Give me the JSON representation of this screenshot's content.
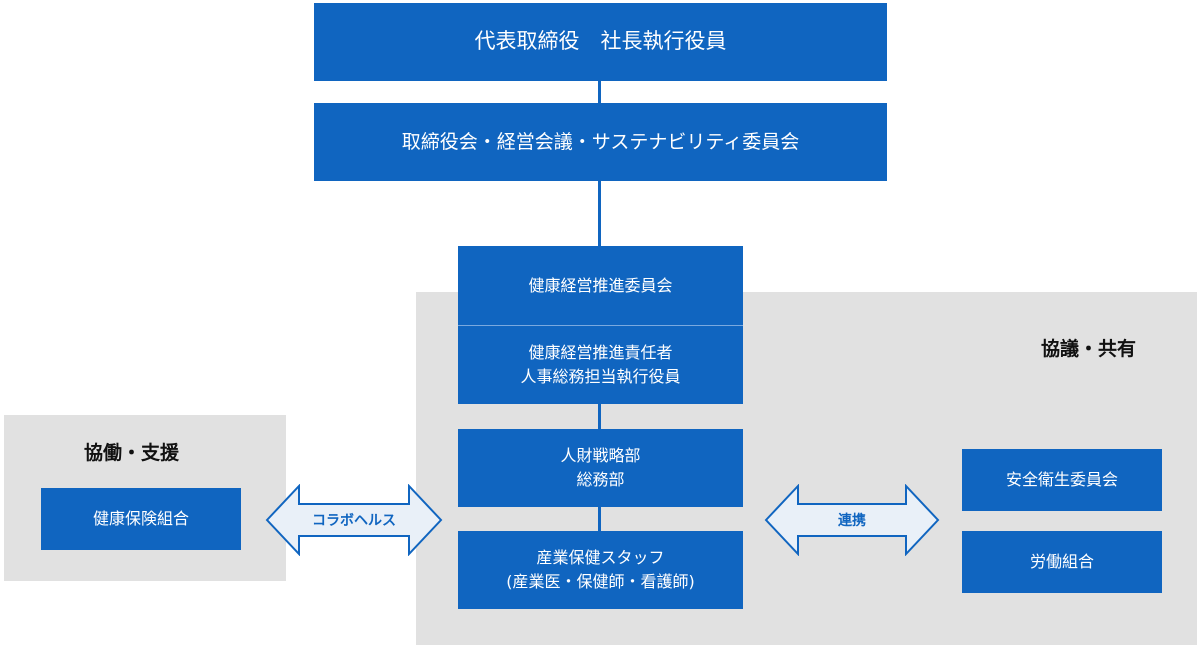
{
  "colors": {
    "box": "#1065c0",
    "panel": "#e1e1e1",
    "arrow_fill": "#e9f0f8",
    "text_on_box": "#ffffff"
  },
  "top": {
    "ceo": "代表取締役　社長執行役員",
    "board": "取締役会・経営会議・サステナビリティ委員会"
  },
  "central": {
    "committee": "健康経営推進委員会",
    "officer_line1": "健康経営推進責任者",
    "officer_line2": "人事総務担当執行役員",
    "dept_line1": "人財戦略部",
    "dept_line2": "総務部",
    "staff_line1": "産業保健スタッフ",
    "staff_line2": "(産業医・保健師・看護師)"
  },
  "left_panel": {
    "title": "協働・支援",
    "item": "健康保険組合"
  },
  "right_panel": {
    "title": "協議・共有",
    "items": [
      "安全衛生委員会",
      "労働組合"
    ]
  },
  "arrows": {
    "left": "コラボヘルス",
    "right": "連携"
  }
}
